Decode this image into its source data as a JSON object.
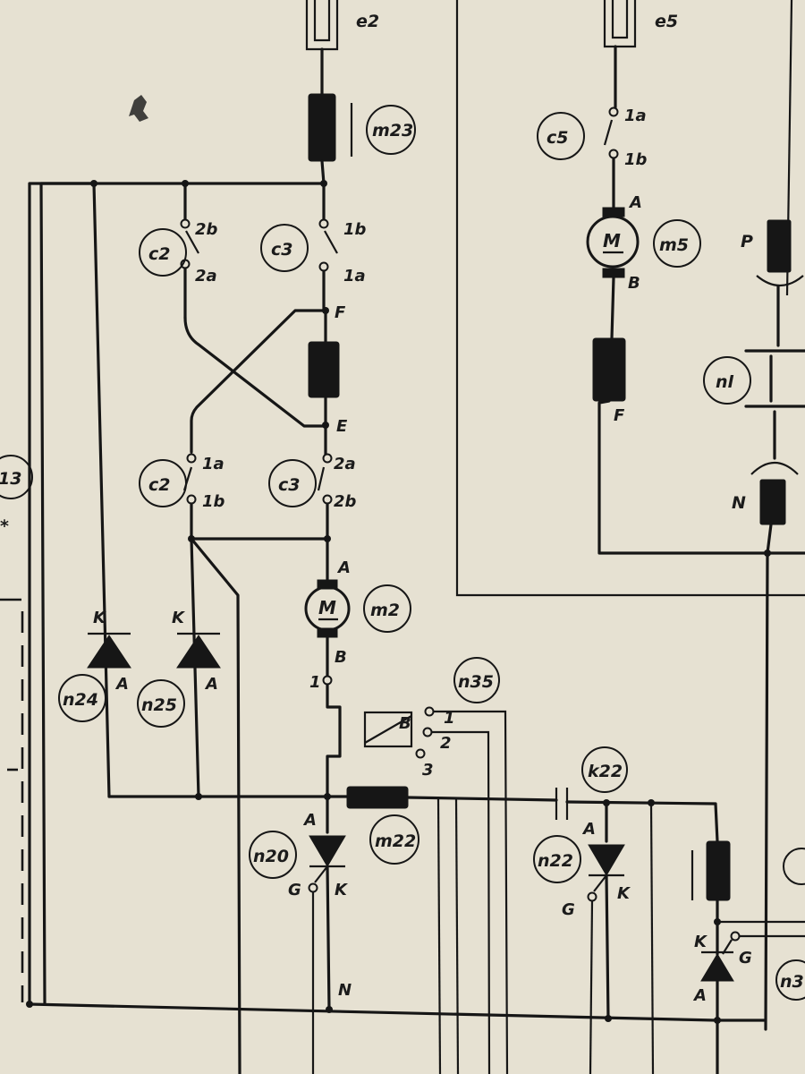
{
  "components": {
    "e2": "e2",
    "e5": "e5",
    "m23": "m23",
    "m5": "m5",
    "m2": "m2",
    "m22_resistor": "m22",
    "c2_upper": "c2",
    "c3_upper": "c3",
    "c2_lower": "c2",
    "c3_lower": "c3",
    "c5": "c5",
    "n1": "nl",
    "n24": "n24",
    "n25": "n25",
    "n20": "n20",
    "n22": "n22",
    "n35": "n35",
    "k22": "k22",
    "edge_13": "13",
    "edge_n3": "n3"
  },
  "pins": {
    "c2u_top": "2b",
    "c2u_bot": "2a",
    "c3u_top": "1b",
    "c3u_bot": "1a",
    "c2l_top": "1a",
    "c2l_bot": "1b",
    "c3l_top": "2a",
    "c3l_bot": "2b",
    "c5_top": "1a",
    "c5_bot": "1b",
    "field_F": "F",
    "field_E": "E",
    "m2_A": "A",
    "m2_B": "B",
    "m2_M": "M",
    "m5_A": "A",
    "m5_B": "B",
    "m5_M": "M",
    "m5_field_F": "F",
    "p_label": "P",
    "n_label": "N",
    "n24_K": "K",
    "n24_A": "A",
    "n25_K": "K",
    "n25_A": "A",
    "n20_A": "A",
    "n20_G": "G",
    "n20_K": "K",
    "n22_A": "A",
    "n22_G": "G",
    "n22_K": "K",
    "th3_K": "K",
    "th3_G": "G",
    "th3_A": "A",
    "n35_1": "1",
    "n35_2": "2",
    "n35_3": "3",
    "n35_B": "B",
    "m2_pin1": "1",
    "bus_N": "N",
    "edge_star": "*"
  },
  "colors": {
    "paper": "#e6e1d2",
    "ink": "#161616"
  }
}
